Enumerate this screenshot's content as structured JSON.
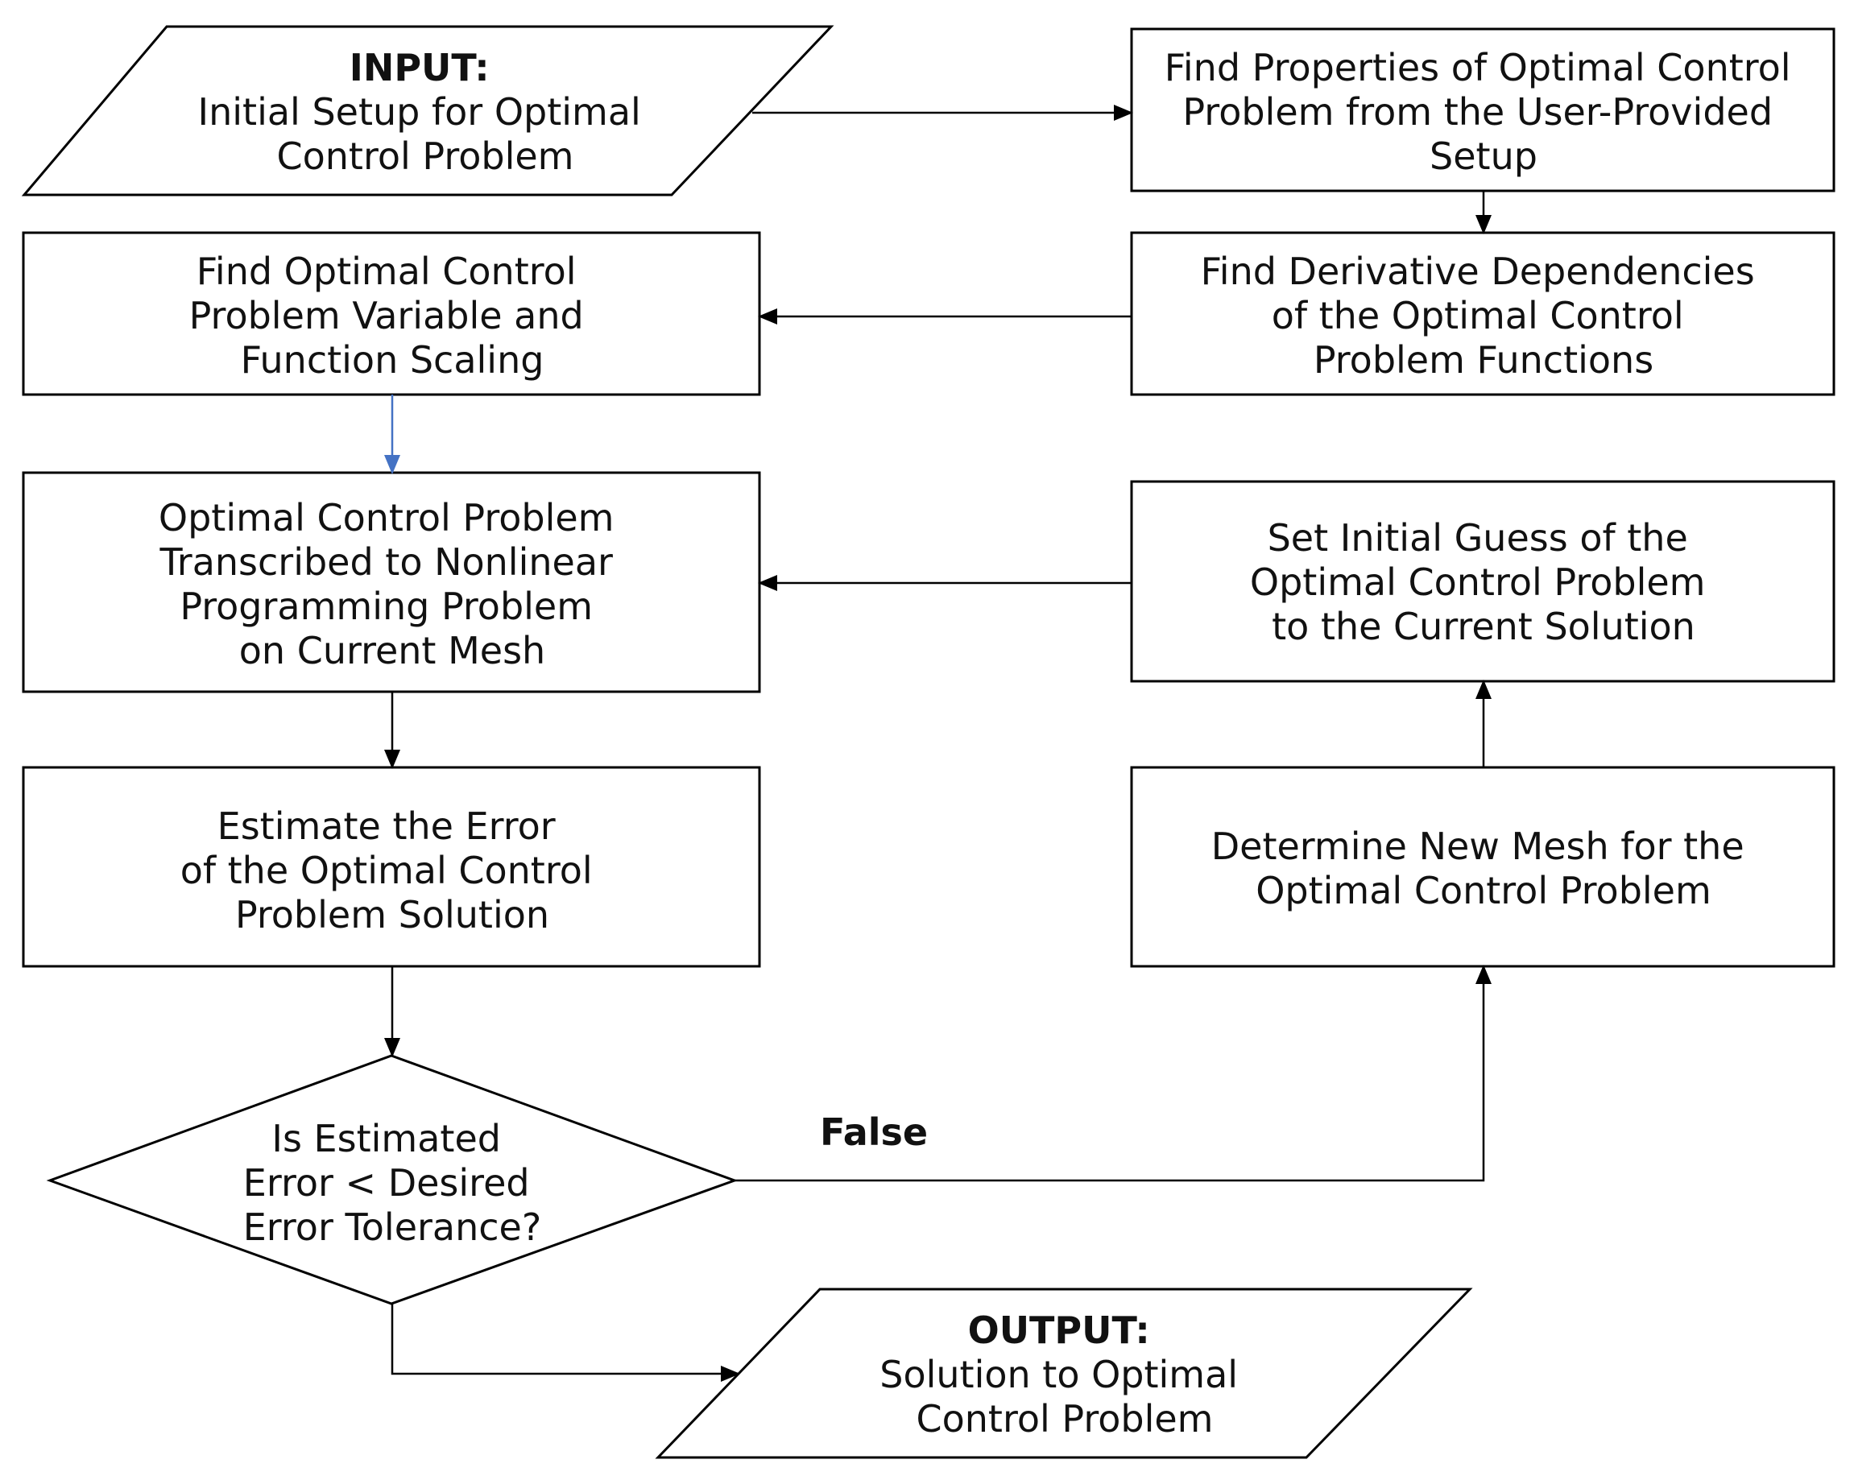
{
  "nodes": {
    "input": {
      "title": "INPUT:",
      "lines": [
        "Initial Setup for Optimal",
        "Control Problem"
      ]
    },
    "find_properties": {
      "lines": [
        "Find Properties of Optimal Control",
        "Problem from the User-Provided",
        "Setup"
      ]
    },
    "find_derivative": {
      "lines": [
        "Find Derivative Dependencies",
        "of the Optimal Control",
        "Problem Functions"
      ]
    },
    "find_scaling": {
      "lines": [
        "Find Optimal Control",
        "Problem Variable and",
        "Function Scaling"
      ]
    },
    "transcribe": {
      "lines": [
        "Optimal Control Problem",
        "Transcribed to Nonlinear",
        "Programming Problem",
        "on Current Mesh"
      ]
    },
    "set_guess": {
      "lines": [
        "Set Initial Guess of the",
        "Optimal Control Problem",
        "to the Current Solution"
      ]
    },
    "estimate_error": {
      "lines": [
        "Estimate the Error",
        "of the Optimal Control",
        "Problem Solution"
      ]
    },
    "new_mesh": {
      "lines": [
        "Determine New Mesh for the",
        "Optimal Control Problem"
      ]
    },
    "decision": {
      "lines": [
        "Is Estimated",
        "Error < Desired",
        "Error Tolerance?"
      ]
    },
    "output": {
      "title": "OUTPUT:",
      "lines": [
        "Solution to Optimal",
        "Control Problem"
      ]
    }
  },
  "edges": {
    "false_label": "False"
  },
  "colors": {
    "stroke": "#000000",
    "highlight_arrow": "#4472c4",
    "text": "#111111"
  }
}
